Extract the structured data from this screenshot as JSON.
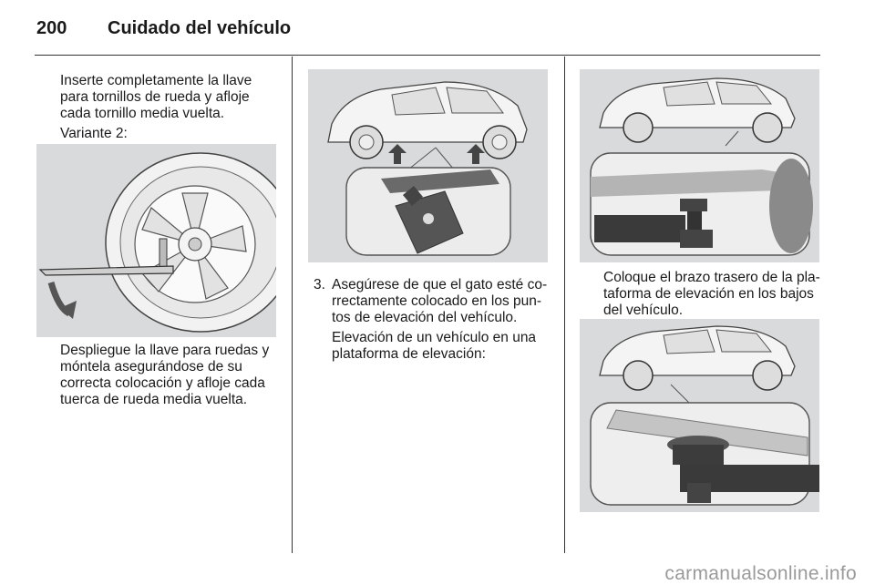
{
  "header": {
    "page_number": "200",
    "title": "Cuidado del vehículo"
  },
  "col1": {
    "para1": "Inserte completamente la llave para tornillos de rueda y afloje cada tornillo media vuelta.",
    "variant": "Variante 2:",
    "para2": "Despliegue la llave para ruedas y móntela asegurándose de su correcta colocación y afloje cada tuerca de rueda media vuelta."
  },
  "col2": {
    "step_number": "3.",
    "step_text": "Asegúrese de que el gato esté co­rrectamente colocado en los pun­tos de elevación del vehículo.",
    "para": "Elevación de un vehículo en una plataforma de elevación:"
  },
  "col3": {
    "para": "Coloque el brazo trasero de la pla­taforma de elevación en los bajos del vehículo."
  },
  "footer": {
    "watermark": "carmanualsonline.info"
  }
}
